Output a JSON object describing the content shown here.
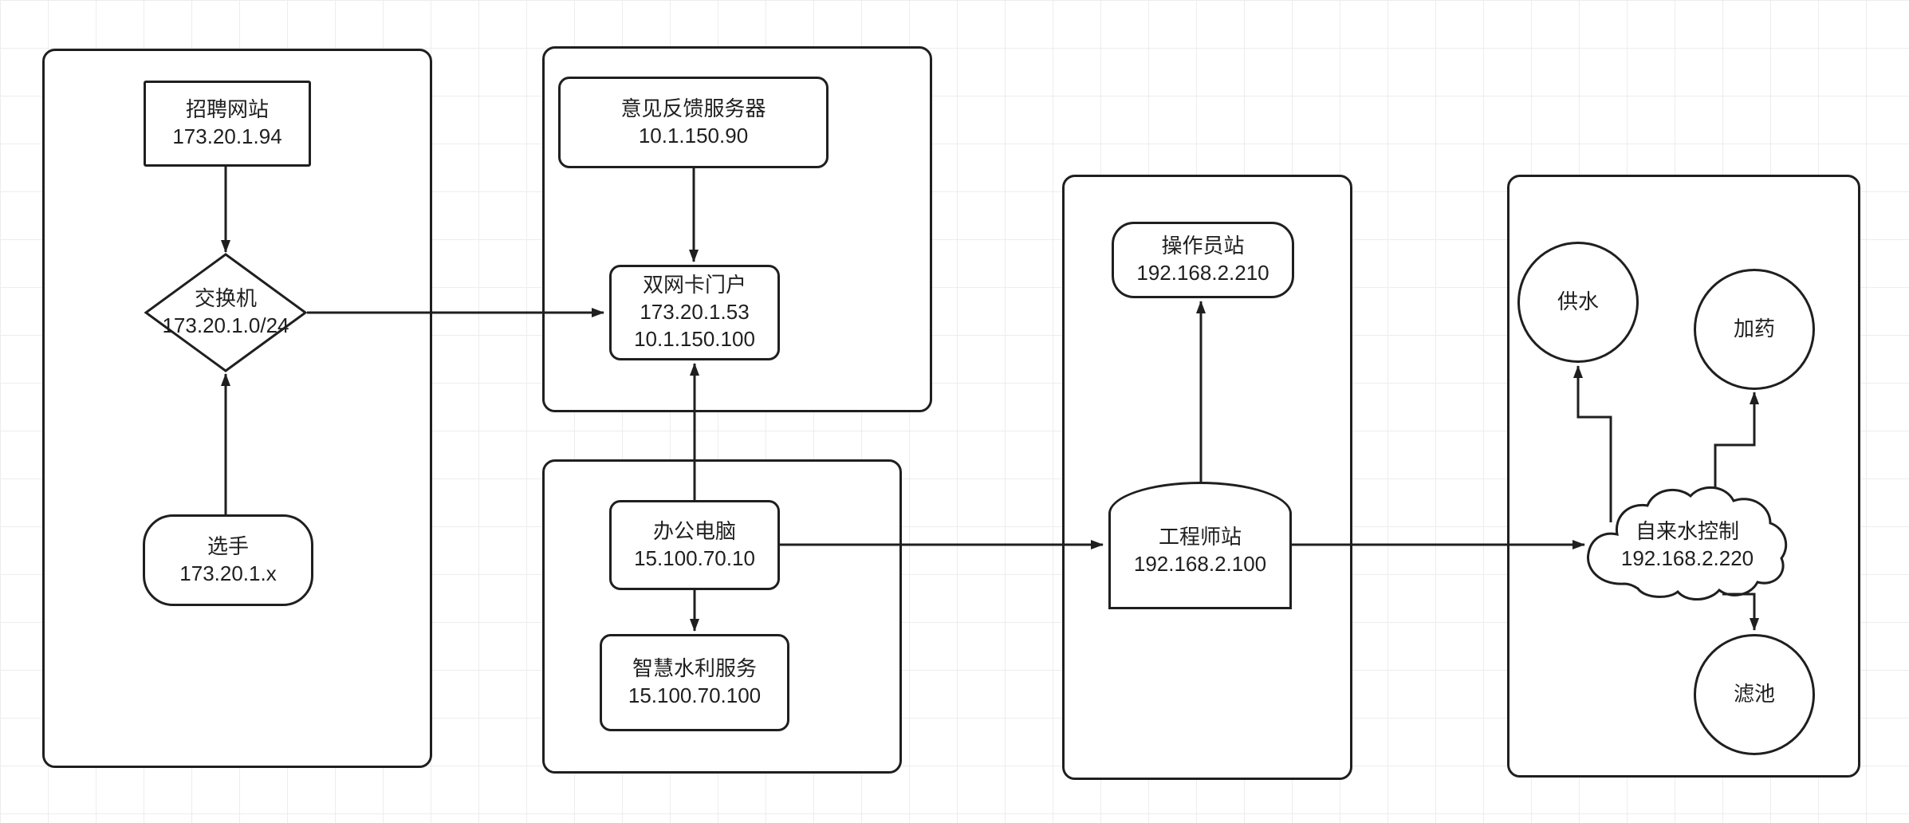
{
  "diagram": {
    "colors": {
      "stroke": "#1f1f1f",
      "shape_fill": "#ffffff",
      "grid": "#ededed",
      "background": "#ffffff"
    },
    "nodes": {
      "recruit_site": {
        "shape": "rectangle",
        "lines": [
          "招聘网站",
          "173.20.1.94"
        ]
      },
      "switch": {
        "shape": "diamond",
        "lines": [
          "交换机",
          "173.20.1.0/24"
        ]
      },
      "player": {
        "shape": "pill",
        "lines": [
          "选手",
          "173.20.1.x"
        ]
      },
      "feedback_server": {
        "shape": "rounded-rectangle",
        "lines": [
          "意见反馈服务器",
          "10.1.150.90"
        ]
      },
      "dual_nic_portal": {
        "shape": "rounded-rectangle",
        "lines": [
          "双网卡门户",
          "173.20.1.53",
          "10.1.150.100"
        ]
      },
      "office_pc": {
        "shape": "rounded-rectangle",
        "lines": [
          "办公电脑",
          "15.100.70.10"
        ]
      },
      "smart_water_service": {
        "shape": "rounded-rectangle",
        "lines": [
          "智慧水利服务",
          "15.100.70.100"
        ]
      },
      "operator_station": {
        "shape": "rounded-rectangle",
        "lines": [
          "操作员站",
          "192.168.2.210"
        ]
      },
      "engineer_station": {
        "shape": "arched-rectangle",
        "lines": [
          "工程师站",
          "192.168.2.100"
        ]
      },
      "water_supply": {
        "shape": "circle",
        "lines": [
          "供水"
        ]
      },
      "dosing": {
        "shape": "circle",
        "lines": [
          "加药"
        ]
      },
      "tap_water_control": {
        "shape": "cloud",
        "lines": [
          "自来水控制",
          "192.168.2.220"
        ]
      },
      "filter_pool": {
        "shape": "circle",
        "lines": [
          "滤池"
        ]
      }
    },
    "edges": [
      {
        "from": "招聘网站",
        "to": "交换机"
      },
      {
        "from": "选手",
        "to": "交换机"
      },
      {
        "from": "交换机",
        "to": "双网卡门户"
      },
      {
        "from": "意见反馈服务器",
        "to": "双网卡门户"
      },
      {
        "from": "办公电脑",
        "to": "双网卡门户"
      },
      {
        "from": "办公电脑",
        "to": "智慧水利服务"
      },
      {
        "from": "办公电脑",
        "to": "工程师站"
      },
      {
        "from": "工程师站",
        "to": "操作员站"
      },
      {
        "from": "工程师站",
        "to": "自来水控制"
      },
      {
        "from": "自来水控制",
        "to": "供水"
      },
      {
        "from": "自来水控制",
        "to": "加药"
      },
      {
        "from": "自来水控制",
        "to": "滤池"
      }
    ]
  }
}
